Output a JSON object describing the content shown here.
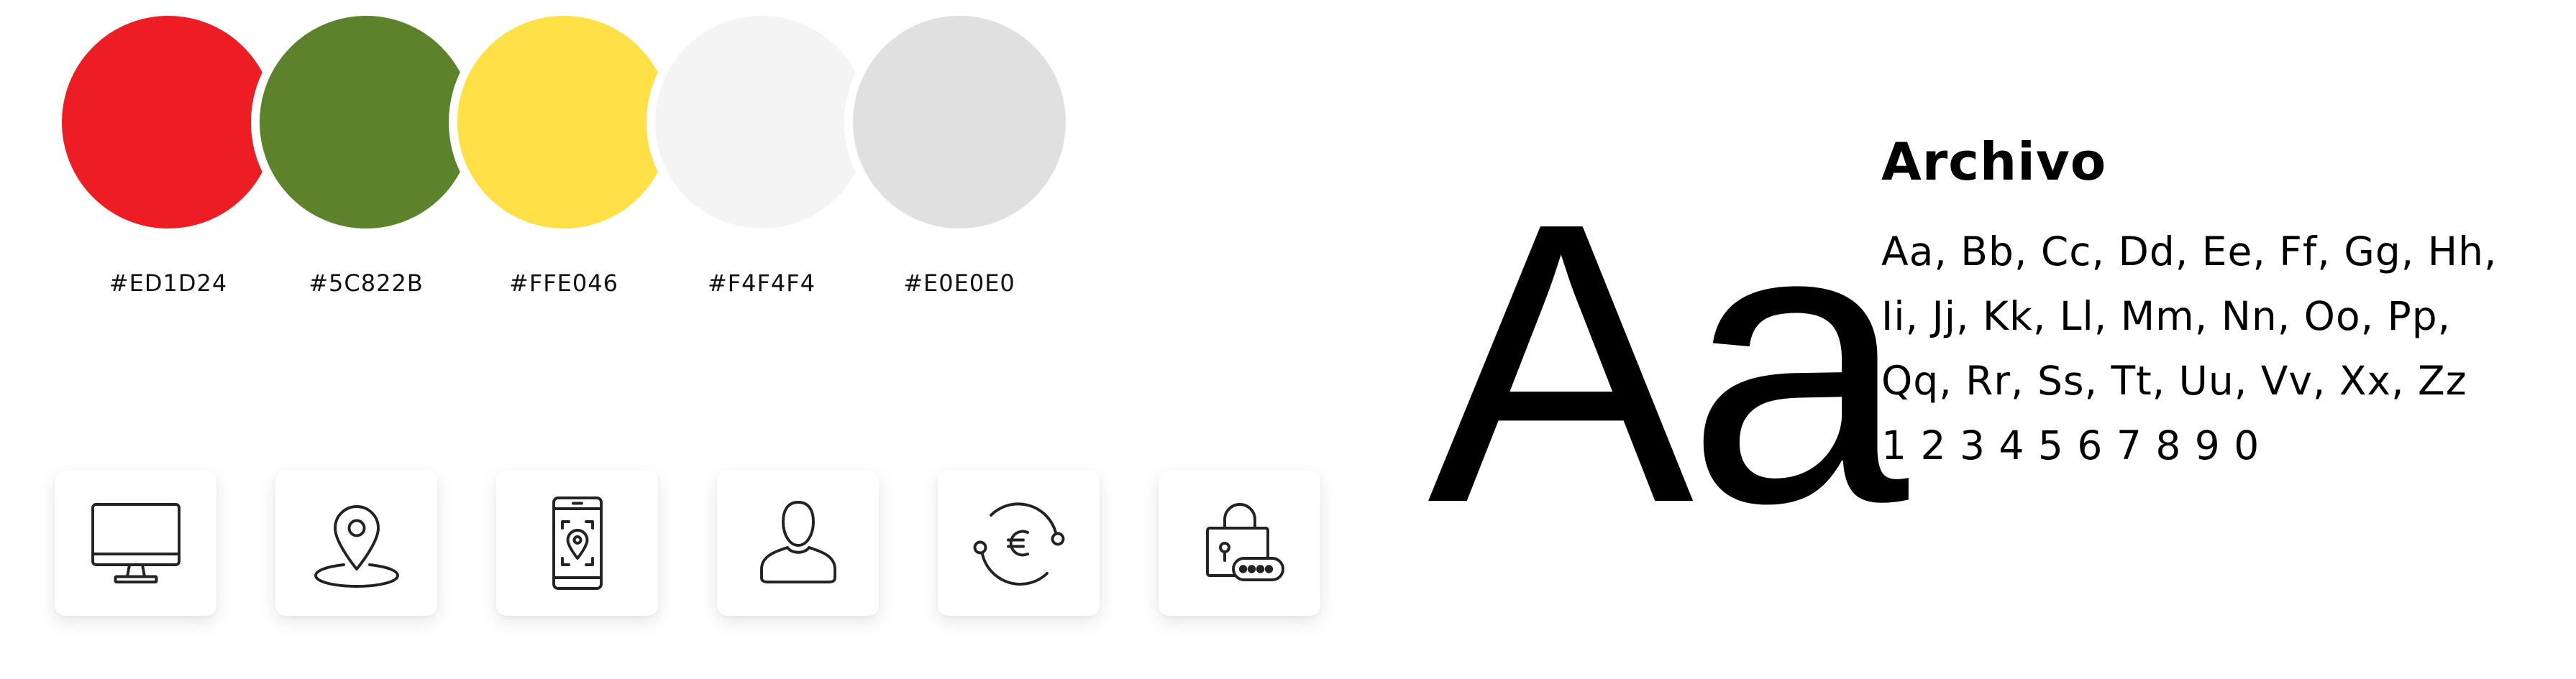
{
  "palette": [
    {
      "label": "#ED1D24",
      "color": "#ED1D24"
    },
    {
      "label": "#5C822B",
      "color": "#5C822B"
    },
    {
      "label": "#FFE046",
      "color": "#FFE046"
    },
    {
      "label": "#F4F4F4",
      "color": "#F4F4F4"
    },
    {
      "label": "#E0E0E0",
      "color": "#E0E0E0"
    }
  ],
  "icons": [
    "monitor-icon",
    "location-pin-icon",
    "mobile-location-icon",
    "user-icon",
    "euro-exchange-icon",
    "lock-password-icon"
  ],
  "typography": {
    "sample": "Aa",
    "font_name": "Archivo",
    "glyph_lines": [
      "Aa, Bb, Cc, Dd, Ee, Ff, Gg, Hh,",
      "Ii, Jj, Kk, Ll, Mm, Nn, Oo, Pp,",
      "Qq, Rr, Ss, Tt, Uu, Vv, Xx, Zz",
      "1 2 3 4 5 6 7 8 9 0"
    ]
  }
}
